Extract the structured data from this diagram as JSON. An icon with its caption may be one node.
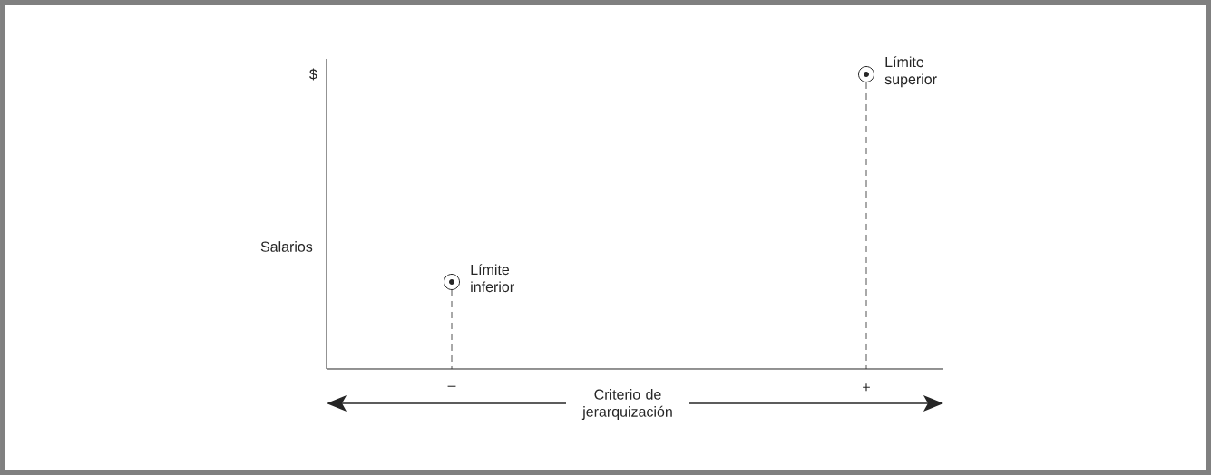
{
  "diagram": {
    "nodes": [
      {
        "text": [],
        "shape": "circle",
        "beside": [
          "Límite inferior"
        ]
      },
      {
        "text": [],
        "shape": "circle",
        "beside": [
          "Límite superior"
        ]
      }
    ],
    "labels": [
      "$",
      "Salarios",
      "–",
      "+",
      "Criterio de jerarquización"
    ]
  }
}
